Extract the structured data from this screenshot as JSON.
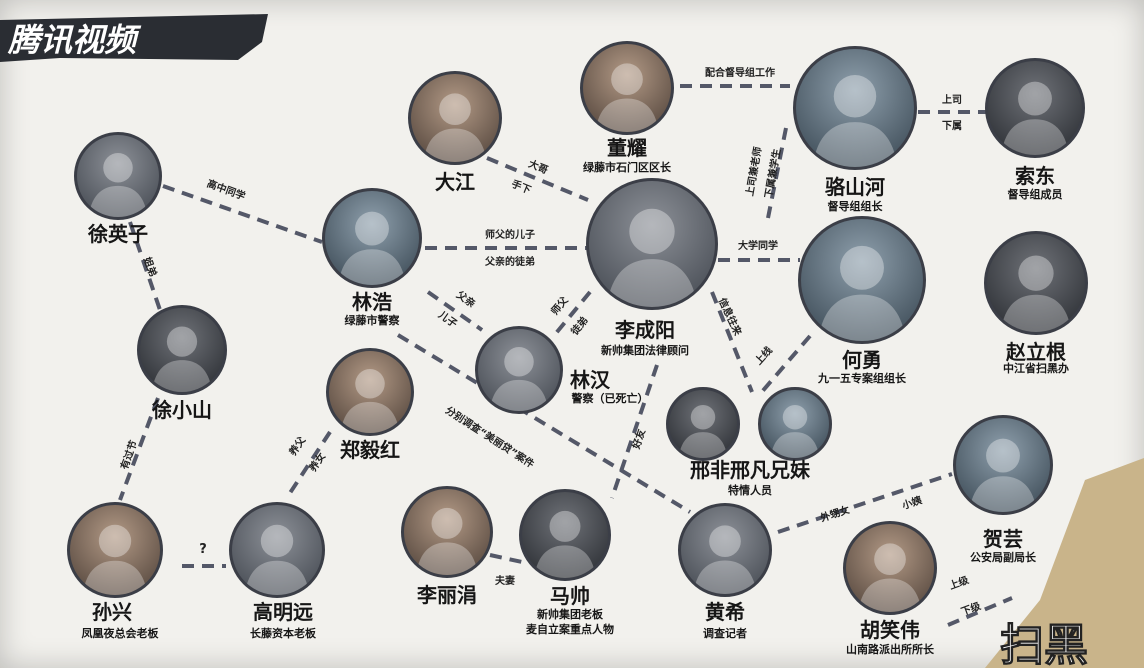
{
  "logo": {
    "text": "腾讯视频"
  },
  "watermark": {
    "text": "扫黑"
  },
  "nodes": [
    {
      "name": "董耀",
      "titles": [
        "绿藤市石门区区长"
      ]
    },
    {
      "name": "骆山河",
      "titles": [
        "督导组组长"
      ]
    },
    {
      "name": "索东",
      "titles": [
        "督导组成员"
      ]
    },
    {
      "name": "大江",
      "titles": []
    },
    {
      "name": "徐英子",
      "titles": []
    },
    {
      "name": "林浩",
      "titles": [
        "绿藤市警察"
      ]
    },
    {
      "name": "李成阳",
      "titles": [
        "新帅集团法律顾问"
      ]
    },
    {
      "name": "何勇",
      "titles": [
        "九一五专案组组长"
      ]
    },
    {
      "name": "赵立根",
      "titles": [
        "中江省扫黑办"
      ]
    },
    {
      "name": "徐小山",
      "titles": []
    },
    {
      "name": "林汉",
      "titles": [
        "警察（已死亡）"
      ]
    },
    {
      "name": "郑毅红",
      "titles": []
    },
    {
      "name": "邢非邢凡兄妹",
      "titles": [
        "特情人员"
      ]
    },
    {
      "name": "贺芸",
      "titles": [
        "公安局副局长"
      ]
    },
    {
      "name": "孙兴",
      "titles": [
        "凤凰夜总会老板"
      ]
    },
    {
      "name": "高明远",
      "titles": [
        "长藤资本老板"
      ]
    },
    {
      "name": "李丽涓",
      "titles": []
    },
    {
      "name": "马帅",
      "titles": [
        "新帅集团老板",
        "麦自立案重点人物"
      ]
    },
    {
      "name": "黄希",
      "titles": [
        "调查记者"
      ]
    },
    {
      "name": "胡笑伟",
      "titles": [
        "山南路派出所所长"
      ]
    }
  ],
  "edges": [
    {
      "labels": [
        "配合督导组工作"
      ]
    },
    {
      "labels": [
        "上司",
        "下属"
      ]
    },
    {
      "labels": [
        "大哥",
        "手下"
      ]
    },
    {
      "labels": [
        "高中同学"
      ]
    },
    {
      "labels": [
        "师父的儿子",
        "父亲的徒弟"
      ]
    },
    {
      "labels": [
        "上司兼老师",
        "下属兼学生"
      ]
    },
    {
      "labels": [
        "大学同学"
      ]
    },
    {
      "labels": [
        "姐弟"
      ]
    },
    {
      "labels": [
        "父亲",
        "儿子"
      ]
    },
    {
      "labels": [
        "师父",
        "徒弟"
      ]
    },
    {
      "labels": [
        "信息往来"
      ]
    },
    {
      "labels": [
        "上线"
      ]
    },
    {
      "labels": [
        "分别调查“美丽贷”案件"
      ]
    },
    {
      "labels": [
        "好友"
      ]
    },
    {
      "labels": [
        "有过节"
      ]
    },
    {
      "labels": [
        "养父",
        "养女"
      ]
    },
    {
      "labels": [
        "?"
      ]
    },
    {
      "labels": [
        "夫妻"
      ]
    },
    {
      "labels": [
        "外甥女",
        "小姨"
      ]
    },
    {
      "labels": [
        "上级",
        "下级"
      ]
    }
  ]
}
